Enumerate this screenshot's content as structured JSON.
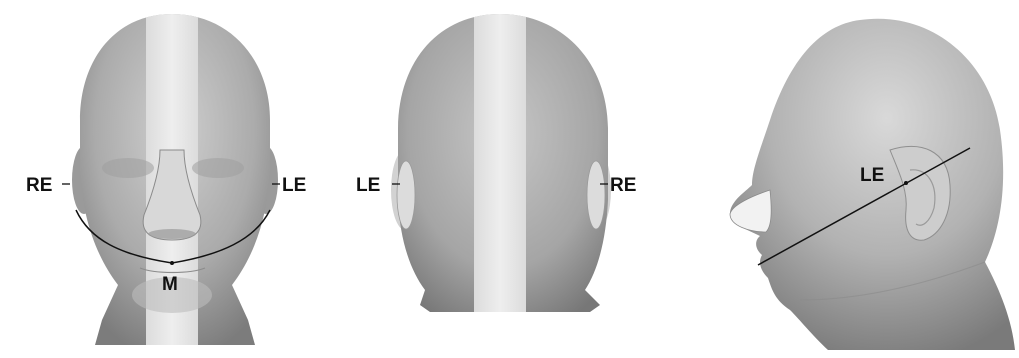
{
  "views": [
    {
      "name": "front",
      "labels": {
        "right_ear": "RE",
        "left_ear": "LE",
        "midpoint": "M"
      }
    },
    {
      "name": "back",
      "labels": {
        "left_ear": "LE",
        "right_ear": "RE"
      }
    },
    {
      "name": "side",
      "labels": {
        "left_ear": "LE"
      }
    }
  ],
  "colors": {
    "head_base": "#a9a9a9",
    "head_highlight": "#d0d0d0",
    "center_stripe": "#e4e4e4",
    "line": "#111111"
  }
}
